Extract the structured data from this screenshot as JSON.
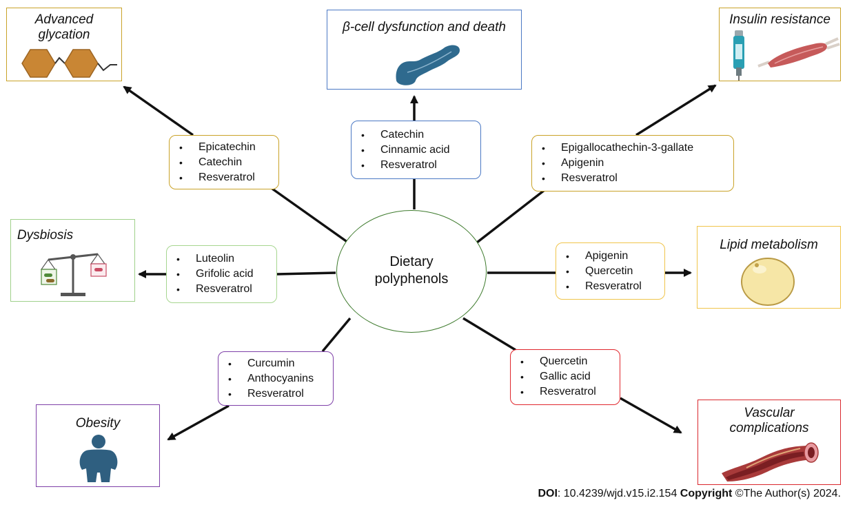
{
  "center": {
    "line1": "Dietary",
    "line2": "polyphenols"
  },
  "outcomes": {
    "advanced_glycation": {
      "line1": "Advanced",
      "line2": "glycation",
      "color": "#c9a227"
    },
    "beta_cell": {
      "title": "β-cell dysfunction and death",
      "color": "#4a78c4"
    },
    "insulin_resistance": {
      "title": "Insulin resistance",
      "color": "#c9a227"
    },
    "dysbiosis": {
      "title": "Dysbiosis",
      "color": "#9fd08a"
    },
    "lipid_metabolism": {
      "title": "Lipid metabolism",
      "color": "#f0c44a"
    },
    "obesity": {
      "title": "Obesity",
      "color": "#7e3fa8"
    },
    "vascular": {
      "line1": "Vascular",
      "line2": "complications",
      "color": "#d9262c"
    }
  },
  "compounds": {
    "glycation": {
      "color": "#c9a227",
      "items": [
        "Epicatechin",
        "Catechin",
        "Resveratrol"
      ]
    },
    "beta_cell": {
      "color": "#4a78c4",
      "items": [
        "Catechin",
        "Cinnamic acid",
        "Resveratrol"
      ]
    },
    "insulin": {
      "color": "#c9a227",
      "items": [
        "Epigallocathechin-3-gallate",
        "Apigenin",
        "Resveratrol"
      ]
    },
    "dysbiosis": {
      "color": "#a6d68f",
      "items": [
        "Luteolin",
        "Grifolic acid",
        "Resveratrol"
      ]
    },
    "lipid": {
      "color": "#f0c44a",
      "items": [
        "Apigenin",
        "Quercetin",
        "Resveratrol"
      ]
    },
    "obesity": {
      "color": "#7e3fa8",
      "items": [
        "Curcumin",
        "Anthocyanins",
        "Resveratrol"
      ]
    },
    "vascular": {
      "color": "#e0262c",
      "items": [
        "Quercetin",
        "Gallic acid",
        "Resveratrol"
      ]
    }
  },
  "footer": {
    "doi_label": "DOI",
    "doi_value": ": 10.4239/wjd.v15.i2.154 ",
    "copyright_label": "Copyright",
    "copyright_value": " ©The Author(s) 2024."
  }
}
